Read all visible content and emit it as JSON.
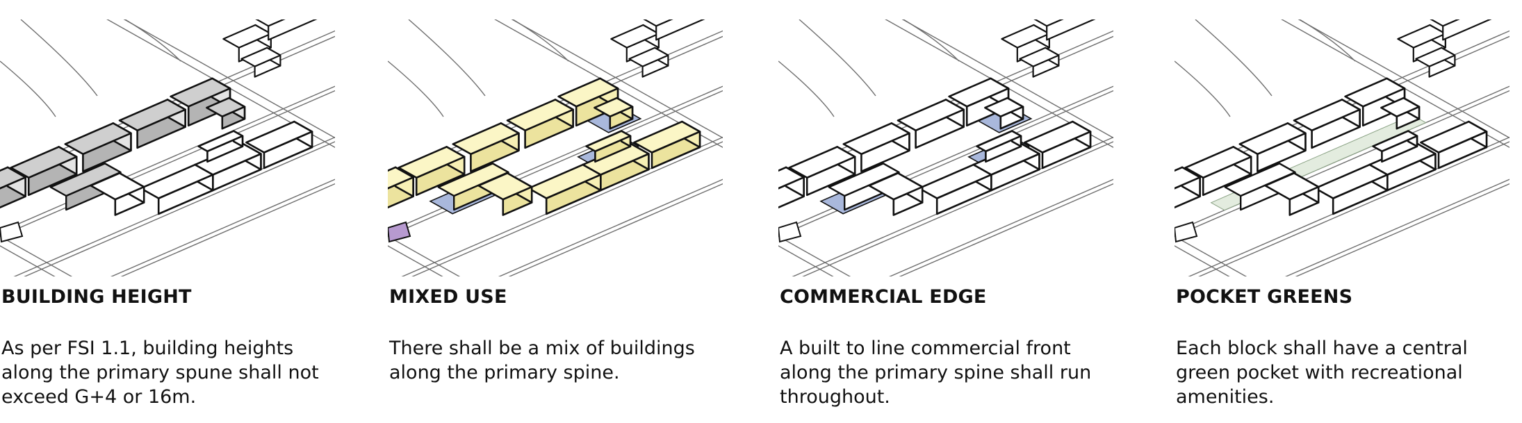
{
  "colors": {
    "stroke": "#111111",
    "road": "#6e6e6e",
    "paper": "#ffffff",
    "grey_top": "#cfcfcf",
    "grey_left": "#b4b4b4",
    "grey_right": "#e4e4e4",
    "yellow_top": "#fbf6c6",
    "yellow_left": "#ece39e",
    "yellow_right": "#f7f0b5",
    "commercial_blue": "#a9b8dc",
    "purple": "#b79ad0",
    "green_pocket": "#e3ecdf"
  },
  "panels": [
    {
      "title": "BUILDING HEIGHT",
      "body": [
        "As per FSI 1.1, building heights",
        "along the primary spune shall not",
        "exceed G+4 or 16m."
      ],
      "scheme": "grey",
      "show_podium": false,
      "show_purple": false,
      "show_green": false,
      "icon": "massing-grey-icon"
    },
    {
      "title": "MIXED USE",
      "body": [
        "There shall be a mix of buildings",
        "along the primary spine."
      ],
      "scheme": "yellow",
      "show_podium": true,
      "show_purple": true,
      "show_green": false,
      "icon": "massing-mixed-use-icon"
    },
    {
      "title": "COMMERCIAL EDGE",
      "body": [
        "A built to line commercial front",
        "along the primary spine shall run",
        "throughout."
      ],
      "scheme": "white",
      "show_podium": true,
      "show_purple": false,
      "show_green": false,
      "icon": "massing-commercial-edge-icon"
    },
    {
      "title": "POCKET GREENS",
      "body": [
        "Each block shall have a central",
        "green pocket with recreational",
        "amenities."
      ],
      "scheme": "white",
      "show_podium": false,
      "show_purple": false,
      "show_green": true,
      "icon": "massing-pocket-green-icon"
    }
  ]
}
